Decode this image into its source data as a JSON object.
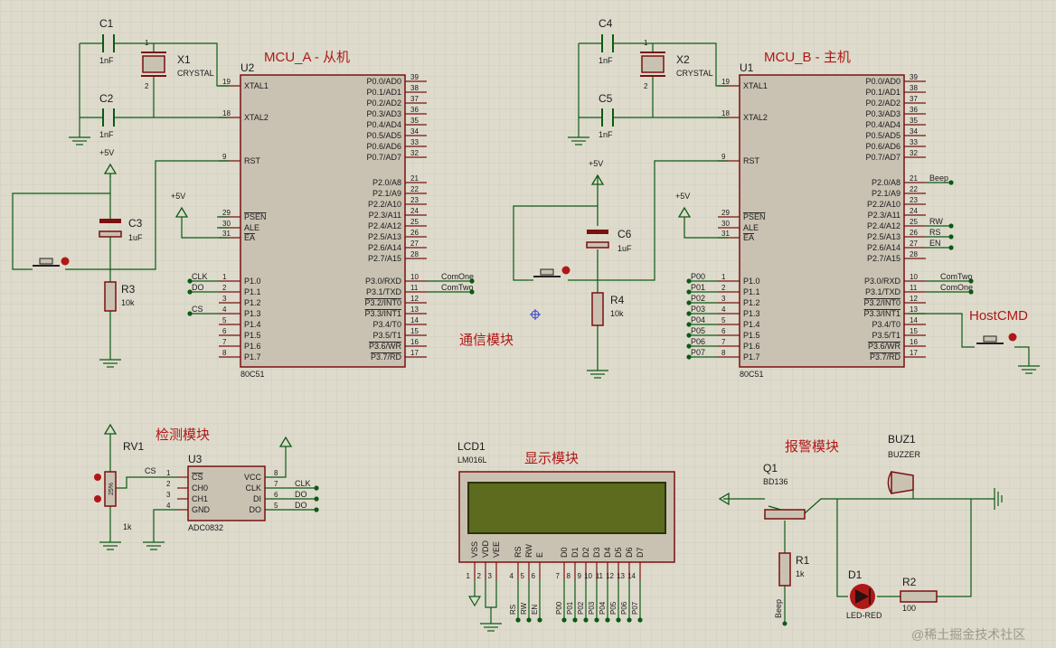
{
  "colors": {
    "background": "#dedbcc",
    "grid": "#cfccbd",
    "wire": "#0b5a14",
    "body_fill": "#c9c2b2",
    "body_stroke": "#7a1010",
    "label": "#1a1a1a",
    "title": "#b01818",
    "pin_dot": "#a01010"
  },
  "titles": {
    "mcu_a": "MCU_A - 从机",
    "mcu_b": "MCU_B - 主机",
    "comm": "通信模块",
    "detect": "检测模块",
    "display": "显示模块",
    "alarm": "报警模块",
    "hostcmd": "HostCMD"
  },
  "mcu": {
    "left_pins": [
      {
        "num": "19",
        "name": "XTAL1"
      },
      {
        "num": "18",
        "name": "XTAL2"
      },
      {
        "num": "9",
        "name": "RST"
      },
      {
        "num": "29",
        "name": "PSEN"
      },
      {
        "num": "30",
        "name": "ALE"
      },
      {
        "num": "31",
        "name": "EA"
      },
      {
        "num": "1",
        "name": "P1.0"
      },
      {
        "num": "2",
        "name": "P1.1"
      },
      {
        "num": "3",
        "name": "P1.2"
      },
      {
        "num": "4",
        "name": "P1.3"
      },
      {
        "num": "5",
        "name": "P1.4"
      },
      {
        "num": "6",
        "name": "P1.5"
      },
      {
        "num": "7",
        "name": "P1.6"
      },
      {
        "num": "8",
        "name": "P1.7"
      }
    ],
    "right_pins": [
      {
        "num": "39",
        "name": "P0.0/AD0"
      },
      {
        "num": "38",
        "name": "P0.1/AD1"
      },
      {
        "num": "37",
        "name": "P0.2/AD2"
      },
      {
        "num": "36",
        "name": "P0.3/AD3"
      },
      {
        "num": "35",
        "name": "P0.4/AD4"
      },
      {
        "num": "34",
        "name": "P0.5/AD5"
      },
      {
        "num": "33",
        "name": "P0.6/AD6"
      },
      {
        "num": "32",
        "name": "P0.7/AD7"
      },
      {
        "num": "21",
        "name": "P2.0/A8"
      },
      {
        "num": "22",
        "name": "P2.1/A9"
      },
      {
        "num": "23",
        "name": "P2.2/A10"
      },
      {
        "num": "24",
        "name": "P2.3/A11"
      },
      {
        "num": "25",
        "name": "P2.4/A12"
      },
      {
        "num": "26",
        "name": "P2.5/A13"
      },
      {
        "num": "27",
        "name": "P2.6/A14"
      },
      {
        "num": "28",
        "name": "P2.7/A15"
      },
      {
        "num": "10",
        "name": "P3.0/RXD"
      },
      {
        "num": "11",
        "name": "P3.1/TXD"
      },
      {
        "num": "12",
        "name": "P3.2/INT0"
      },
      {
        "num": "13",
        "name": "P3.3/INT1"
      },
      {
        "num": "14",
        "name": "P3.4/T0"
      },
      {
        "num": "15",
        "name": "P3.5/T1"
      },
      {
        "num": "16",
        "name": "P3.6/WR"
      },
      {
        "num": "17",
        "name": "P3.7/RD"
      }
    ],
    "a": {
      "ref": "U2",
      "type": "80C51"
    },
    "b": {
      "ref": "U1",
      "type": "80C51"
    }
  },
  "nets": {
    "a_p1": [
      "CLK",
      "DO",
      "",
      "CS",
      "",
      "",
      "",
      ""
    ],
    "a_comm": [
      "ComOne",
      "ComTwo"
    ],
    "b_p1": [
      "P00",
      "P01",
      "P02",
      "P03",
      "P04",
      "P05",
      "P06",
      "P07"
    ],
    "b_p2": [
      "Beep",
      "",
      "",
      "",
      "RW",
      "RS",
      "EN",
      ""
    ],
    "b_comm": [
      "ComTwo",
      "ComOne"
    ]
  },
  "parts": {
    "c1": {
      "ref": "C1",
      "value": "1nF"
    },
    "c2": {
      "ref": "C2",
      "value": "1nF"
    },
    "x1": {
      "ref": "X1",
      "value": "CRYSTAL"
    },
    "c3": {
      "ref": "C3",
      "value": "1uF"
    },
    "r3": {
      "ref": "R3",
      "value": "10k"
    },
    "c4": {
      "ref": "C4",
      "value": "1nF"
    },
    "c5": {
      "ref": "C5",
      "value": "1nF"
    },
    "x2": {
      "ref": "X2",
      "value": "CRYSTAL"
    },
    "c6": {
      "ref": "C6",
      "value": "1uF"
    },
    "r4": {
      "ref": "R4",
      "value": "10k"
    },
    "rv1": {
      "ref": "RV1",
      "value": "1k"
    },
    "u3": {
      "ref": "U3",
      "type": "ADC0832",
      "left": [
        "CS",
        "CH0",
        "CH1",
        "GND"
      ],
      "right": [
        "VCC",
        "CLK",
        "DI",
        "DO"
      ],
      "lnums": [
        "1",
        "2",
        "3",
        "4"
      ],
      "rnums": [
        "8",
        "7",
        "6",
        "5"
      ],
      "nets_right": [
        "",
        "CLK",
        "DO",
        "DO"
      ],
      "net_left": "CS"
    },
    "lcd": {
      "ref": "LCD1",
      "type": "LM016L",
      "pins": [
        "VSS",
        "VDD",
        "VEE",
        "RS",
        "RW",
        "E",
        "D0",
        "D1",
        "D2",
        "D3",
        "D4",
        "D5",
        "D6",
        "D7"
      ],
      "nums": [
        "1",
        "2",
        "3",
        "4",
        "5",
        "6",
        "7",
        "8",
        "9",
        "10",
        "11",
        "12",
        "13",
        "14"
      ],
      "nets": [
        "",
        "",
        "",
        "RS",
        "RW",
        "EN",
        "P00",
        "P01",
        "P02",
        "P03",
        "P04",
        "P05",
        "P06",
        "P07"
      ]
    },
    "q1": {
      "ref": "Q1",
      "value": "BD136"
    },
    "r1": {
      "ref": "R1",
      "value": "1k"
    },
    "r1_net": "Beep",
    "buz": {
      "ref": "BUZ1",
      "value": "BUZZER"
    },
    "d1": {
      "ref": "D1",
      "value": "LED-RED"
    },
    "r2": {
      "ref": "R2",
      "value": "100"
    }
  },
  "power": {
    "vcc": "+5V"
  },
  "misc": {
    "pot_mark": "25%",
    "crystal_pin1": "1",
    "crystal_pin2": "2"
  },
  "watermark": "@稀土掘金技术社区"
}
